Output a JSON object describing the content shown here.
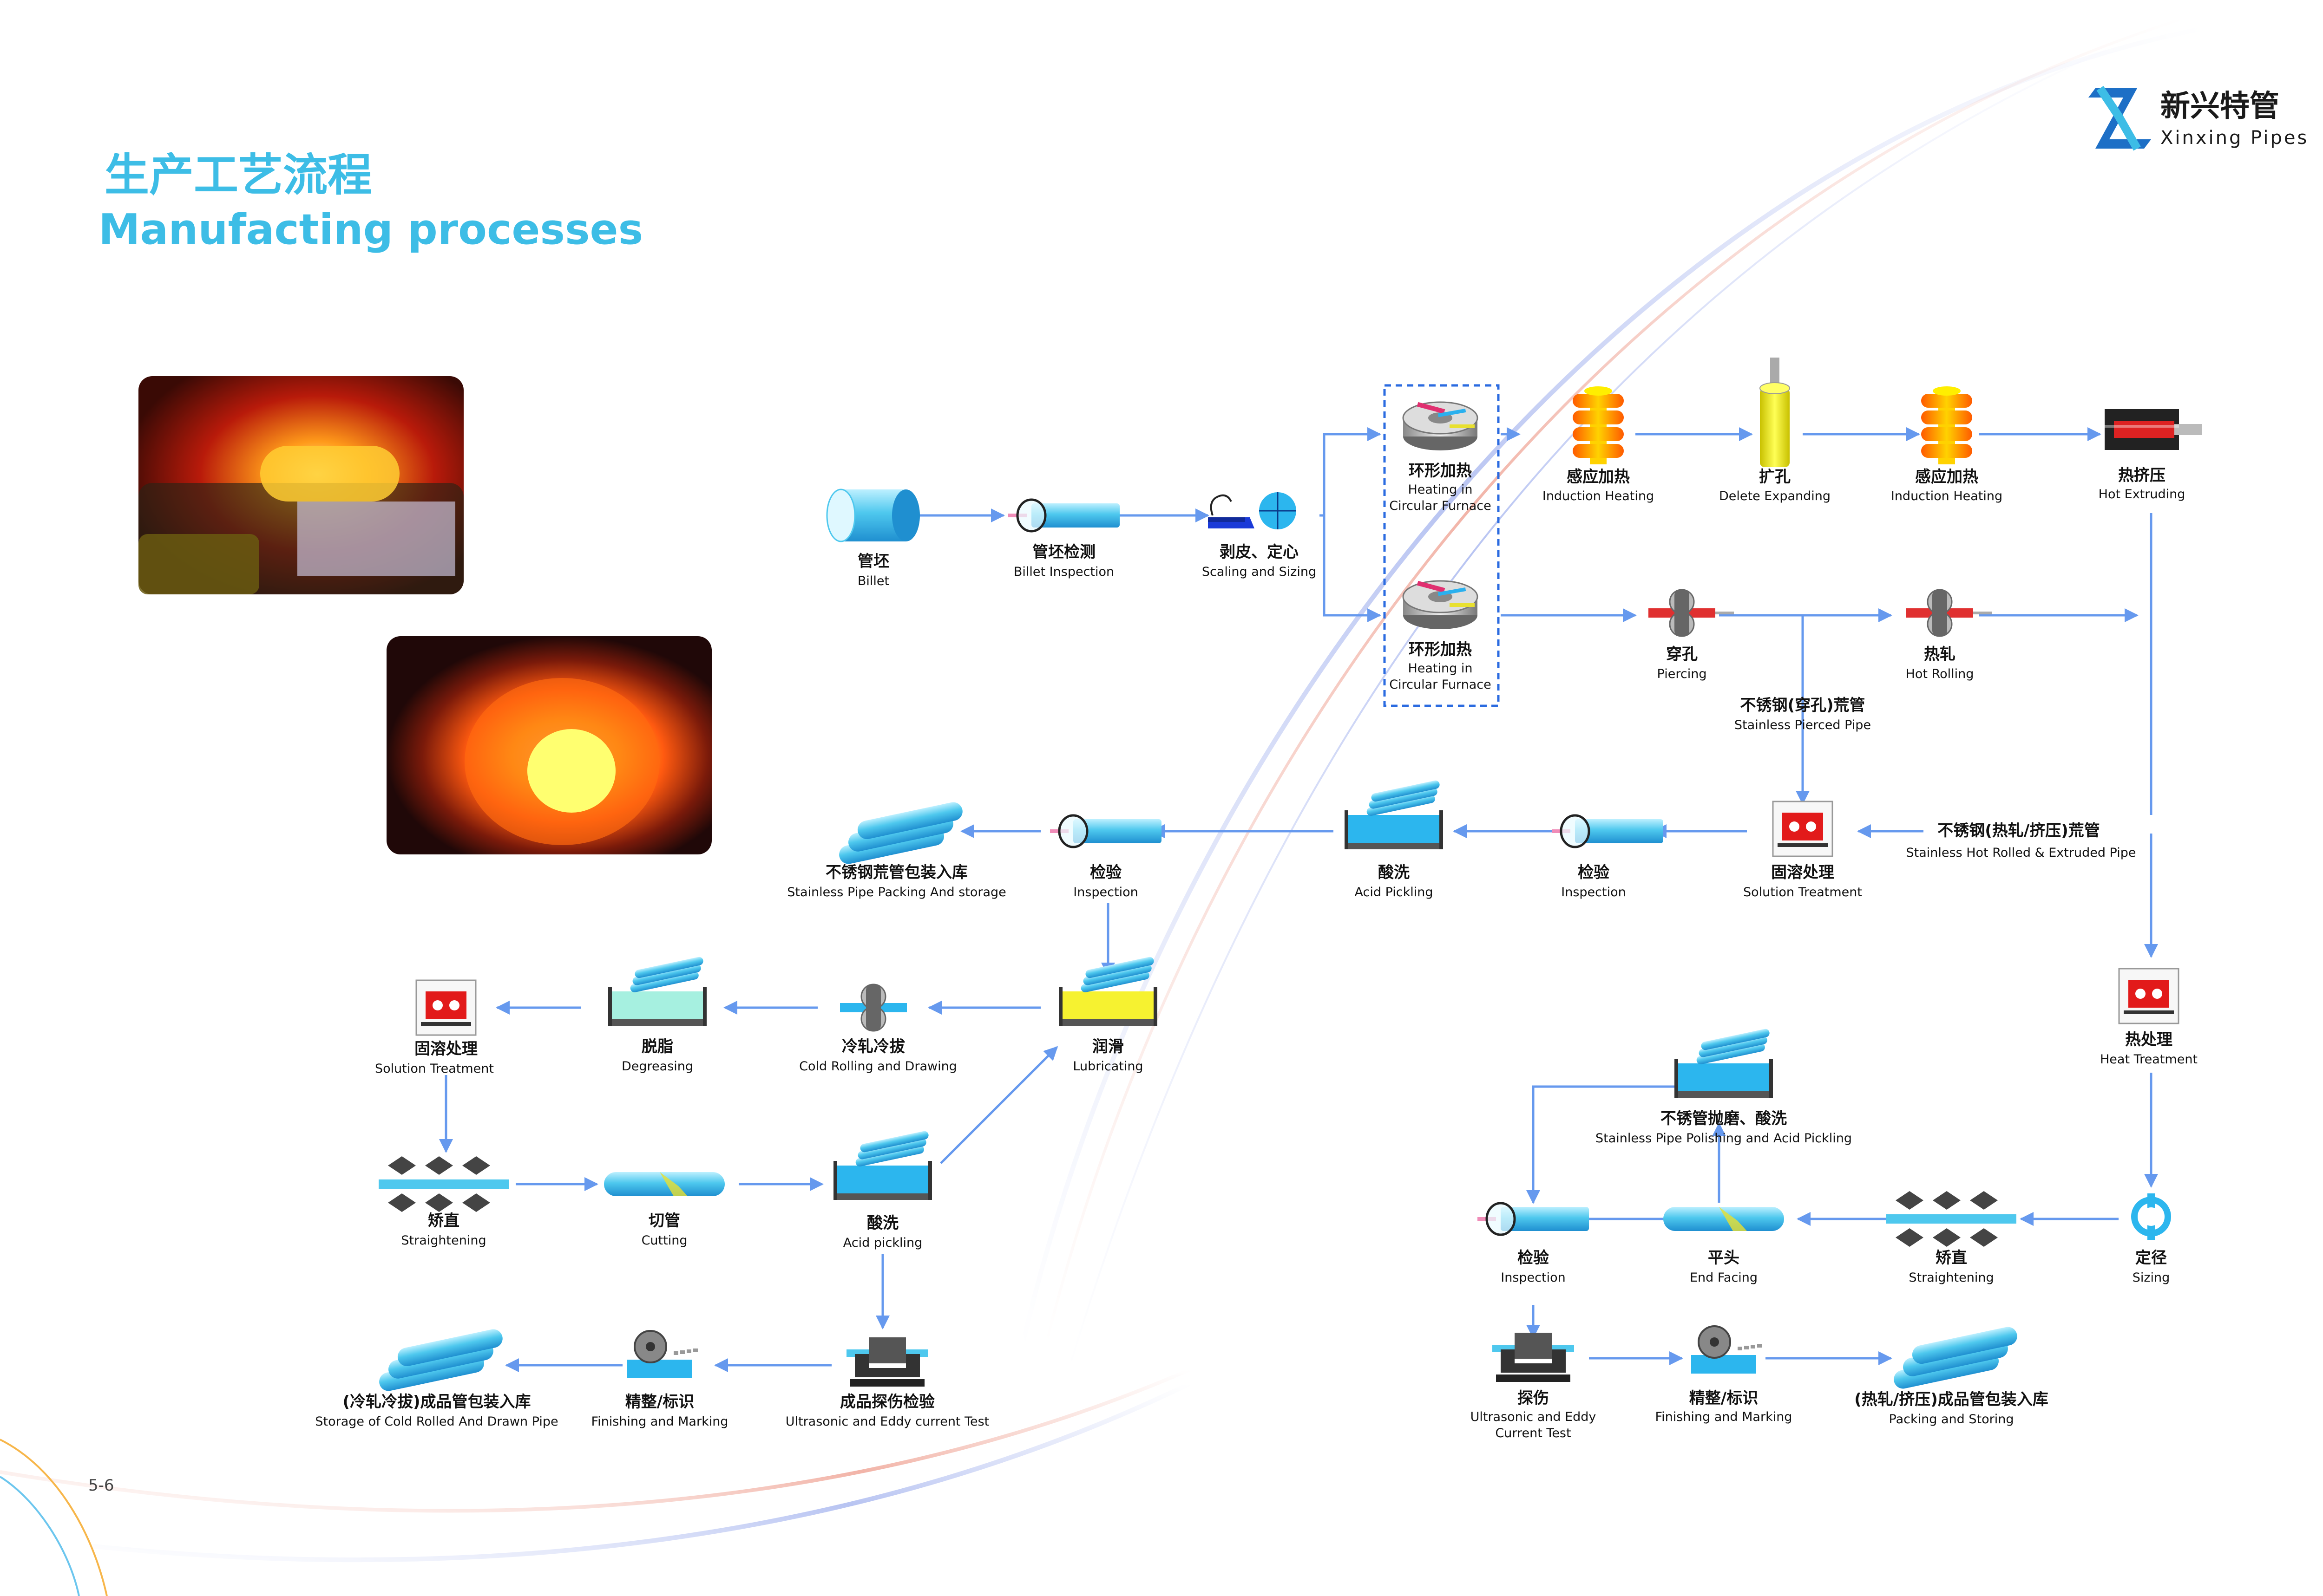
{
  "header": {
    "title_cn": "生产工艺流程",
    "title_en": "Manufacting processes"
  },
  "brand": {
    "name_cn": "新兴特管",
    "name_en": "Xinxing Pipes",
    "logo_letters": "XZ"
  },
  "page_number": "5-6",
  "colors": {
    "accent": "#3dbde6",
    "arrow": "#6699ee",
    "pipe": "#4ec8ee",
    "pipe_dark": "#1f8fd0",
    "fire": "#ff7a00",
    "yellow": "#f2ec1c",
    "red": "#cc1111",
    "logo": "#1d6fc6"
  },
  "steps": {
    "billet": {
      "cn": "管坯",
      "en": "Billet"
    },
    "billet_inspection": {
      "cn": "管坯检测",
      "en": "Billet Inspection"
    },
    "scaling_sizing": {
      "cn": "剥皮、定心",
      "en": "Scaling and Sizing"
    },
    "furnace_top": {
      "cn": "环形加热",
      "en": "Heating in",
      "en2": "Circular Furnace"
    },
    "furnace_bottom": {
      "cn": "环形加热",
      "en": "Heating in",
      "en2": "Circular Furnace"
    },
    "induction_1": {
      "cn": "感应加热",
      "en": "Induction Heating"
    },
    "expanding": {
      "cn": "扩孔",
      "en": "Delete Expanding"
    },
    "induction_2": {
      "cn": "感应加热",
      "en": "Induction Heating"
    },
    "hot_extruding": {
      "cn": "热挤压",
      "en": "Hot Extruding"
    },
    "piercing": {
      "cn": "穿孔",
      "en": "Piercing"
    },
    "hot_rolling": {
      "cn": "热轧",
      "en": "Hot Rolling"
    },
    "pierced_pipe": {
      "cn": "不锈钢(穿孔)荒管",
      "en": "Stainless Pierced Pipe"
    },
    "hot_rolled_pipe": {
      "cn": "不锈钢(热轧/挤压)荒管",
      "en": "Stainless Hot Rolled & Extruded Pipe"
    },
    "solution_treatment_1": {
      "cn": "固溶处理",
      "en": "Solution Treatment"
    },
    "inspection_1": {
      "cn": "检验",
      "en": "Inspection"
    },
    "acid_pickling_1": {
      "cn": "酸洗",
      "en": "Acid Pickling"
    },
    "inspection_2": {
      "cn": "检验",
      "en": "Inspection"
    },
    "packing_storage": {
      "cn": "不锈钢荒管包装入库",
      "en": "Stainless Pipe Packing And storage"
    },
    "lubricating": {
      "cn": "润滑",
      "en": "Lubricating"
    },
    "cold_rolling": {
      "cn": "冷轧冷拔",
      "en": "Cold Rolling and Drawing"
    },
    "degreasing": {
      "cn": "脱脂",
      "en": "Degreasing"
    },
    "solution_treatment_2": {
      "cn": "固溶处理",
      "en": "Solution Treatment"
    },
    "straightening_1": {
      "cn": "矫直",
      "en": "Straightening"
    },
    "cutting": {
      "cn": "切管",
      "en": "Cutting"
    },
    "acid_pickling_2": {
      "cn": "酸洗",
      "en": "Acid pickling"
    },
    "ultrasonic_1": {
      "cn": "成品探伤检验",
      "en": "Ultrasonic and Eddy current Test"
    },
    "finishing_1": {
      "cn": "精整/标识",
      "en": "Finishing and Marking"
    },
    "storage_cold": {
      "cn": "(冷轧冷拔)成品管包装入库",
      "en": "Storage of Cold Rolled And Drawn Pipe"
    },
    "heat_treatment": {
      "cn": "热处理",
      "en": "Heat Treatment"
    },
    "sizing": {
      "cn": "定径",
      "en": "Sizing"
    },
    "straightening_2": {
      "cn": "矫直",
      "en": "Straightening"
    },
    "end_facing": {
      "cn": "平头",
      "en": "End Facing"
    },
    "inspection_3": {
      "cn": "检验",
      "en": "Inspection"
    },
    "polishing": {
      "cn": "不锈管抛磨、酸洗",
      "en": "Stainless Pipe Polishing and Acid Pickling"
    },
    "ultrasonic_2": {
      "cn": "探伤",
      "en": "Ultrasonic and Eddy",
      "en2": "Current Test"
    },
    "finishing_2": {
      "cn": "精整/标识",
      "en": "Finishing and Marking"
    },
    "packing_hot": {
      "cn": "(热轧/挤压)成品管包装入库",
      "en": "Packing and Storing"
    }
  }
}
